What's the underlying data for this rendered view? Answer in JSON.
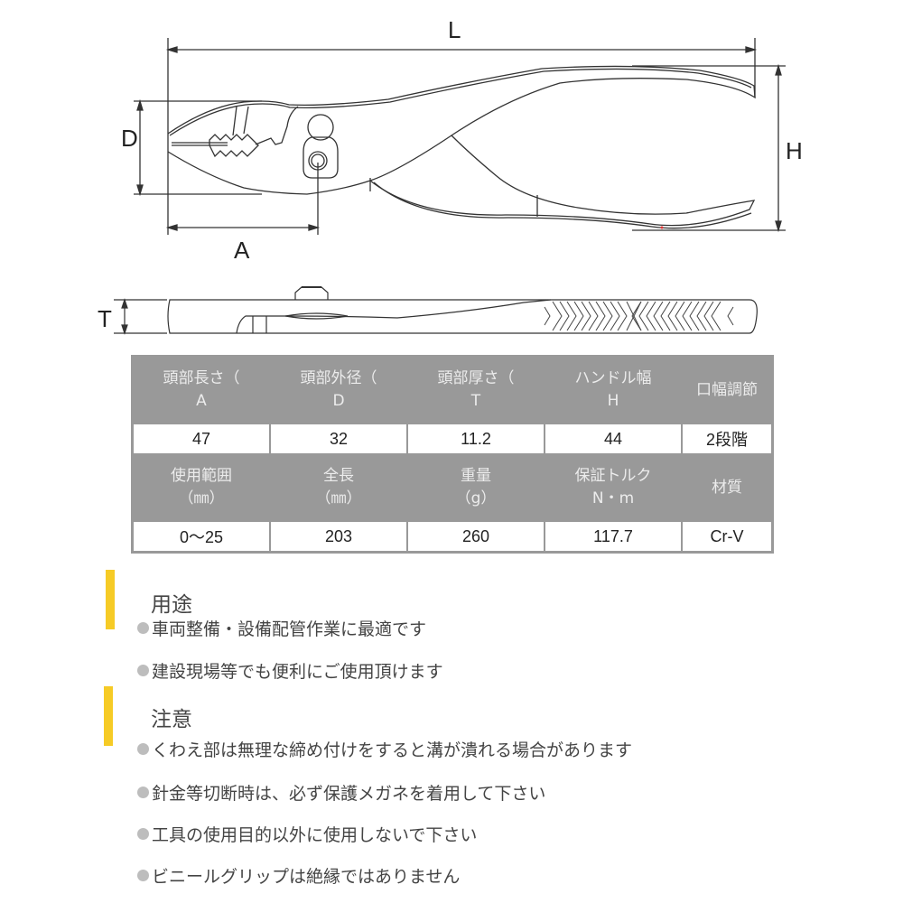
{
  "diagram": {
    "labels": {
      "L": "L",
      "D": "D",
      "H": "H",
      "A": "A",
      "T": "T"
    }
  },
  "spec_table": {
    "row1_headers": [
      {
        "line1": "頭部長さ（",
        "line2": "A"
      },
      {
        "line1": "頭部外径（",
        "line2": "D"
      },
      {
        "line1": "頭部厚さ（",
        "line2": "T"
      },
      {
        "line1": "ハンドル幅",
        "line2": "H"
      },
      {
        "line1": "口幅調節",
        "line2": ""
      }
    ],
    "row1_values": [
      "47",
      "32",
      "11.2",
      "44",
      "2段階"
    ],
    "row2_headers": [
      {
        "line1": "使用範囲",
        "line2": "（㎜）"
      },
      {
        "line1": "全長",
        "line2": "（㎜）"
      },
      {
        "line1": "重量",
        "line2": "（g）"
      },
      {
        "line1": "保証トルク",
        "line2": "N・m"
      },
      {
        "line1": "材質",
        "line2": ""
      }
    ],
    "row2_values": [
      "0～25",
      "203",
      "260",
      "117.7",
      "Cr-V"
    ]
  },
  "usage": {
    "title": "用途",
    "items": [
      "車両整備・設備配管作業に最適です",
      "建設現場等でも便利にご使用頂けます"
    ]
  },
  "caution": {
    "title": "注意",
    "items": [
      "くわえ部は無理な締め付けをすると溝が潰れる場合があります",
      "針金等切断時は、必ず保護メガネを着用して下さい",
      "工具の使用目的以外に使用しないで下さい",
      "ビニールグリップは絶縁ではありません"
    ]
  },
  "colors": {
    "accent_bar": "#f6cb26",
    "table_header_bg": "#999999",
    "bullet": "#bdbdbd"
  }
}
